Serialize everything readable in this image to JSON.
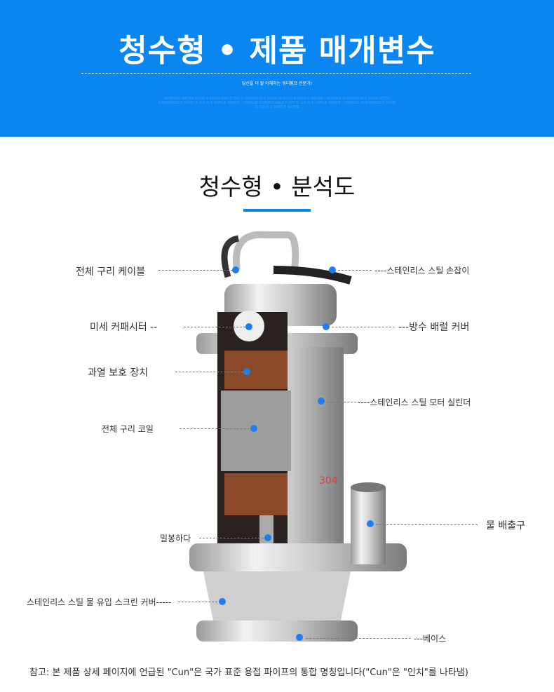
{
  "header": {
    "title": "청수형 • 제품 매개변수",
    "subtitle": "당신을 더 잘 이해하는 워터펌프 전문가!",
    "english": "PUMPING WATER FROM A STAINLESS STEEL SUBMERSIBLE PUMP IS SUCH A SIMPLE WATER / SEWAGE SUBMERSIBLE PUMP STEEL SUBMERSIBLE PUMP IS SUCH A SIMPLE WATER / SEWAGE SUBMERSIBLE PUMP IS SUCH A SIMPLE WATER / SEWAGE SUBMERSIBLE PUMP IS SUCH A SIMPLE WATER"
  },
  "section": {
    "title": "청수형 • 분석도"
  },
  "labels": {
    "cable": "전체 구리 케이블",
    "handle": "----스테인리스 스틸 손잡이",
    "capacitor": "미세 커패시터 --",
    "cover": "---방수 배럴 커버",
    "protector": "과열 보호 장치",
    "cylinder": "----스테인리스 스틸 모터 실린더",
    "coil": "전체 구리 코일",
    "outlet": "물 배출구",
    "seal": "밀봉하다",
    "screen": "스테인리스 스틸 물 유입 스크린 커버-----",
    "base": "---베이스"
  },
  "pump_marking": "304",
  "note": "참고: 본 제품 상세 페이지에 언급된 \"Cun\"은 국가 표준 용접 파이프의 통합 명칭입니다(\"Cun\"은 \"인치\"를 나타냄)"
}
